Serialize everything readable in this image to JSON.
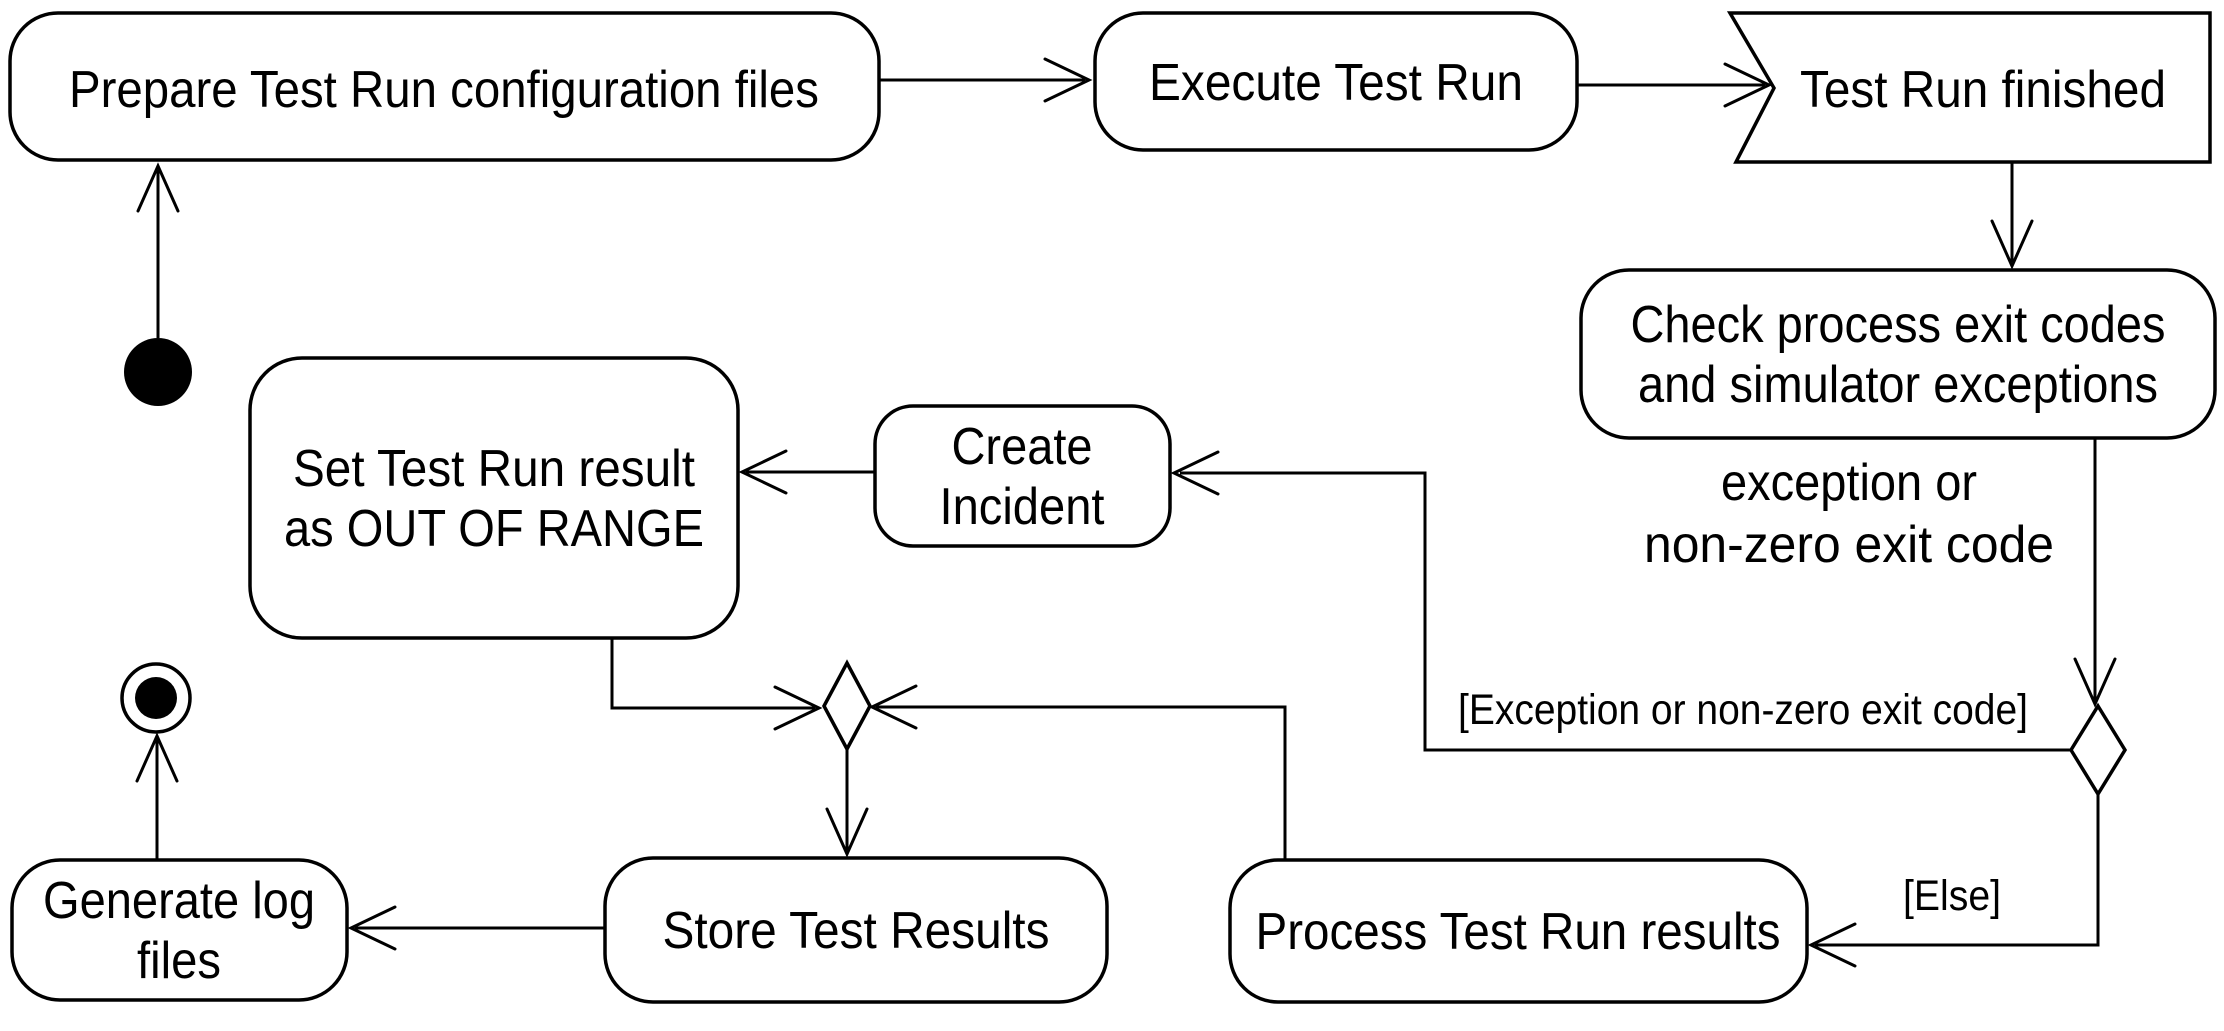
{
  "diagram": {
    "type": "uml-activity-diagram",
    "colors": {
      "background": "#ffffff",
      "stroke": "#000000",
      "text": "#000000"
    },
    "nodes": {
      "initial": {
        "kind": "initial-node"
      },
      "prepare": {
        "label": "Prepare Test Run configuration files",
        "tl": 750
      },
      "execute": {
        "label": "Execute Test Run",
        "tl": 374
      },
      "finished": {
        "kind": "accept-event",
        "label": "Test Run finished",
        "tl": 366
      },
      "check": {
        "line1": "Check process exit codes",
        "tl1": 535,
        "line2": "and simulator exceptions",
        "tl2": 520
      },
      "create_incident": {
        "line1": "Create",
        "tl1": 141,
        "line2": "Incident",
        "tl2": 165
      },
      "set_result": {
        "line1": "Set Test Run result",
        "tl1": 402,
        "line2": "as OUT OF RANGE",
        "tl2": 420
      },
      "process_results": {
        "label": "Process Test Run results",
        "tl": 525
      },
      "store_results": {
        "label": "Store Test Results",
        "tl": 387
      },
      "generate_log": {
        "line1": "Generate log",
        "tl1": 272,
        "line2": "files",
        "tl2": 84
      },
      "decision": {
        "kind": "decision-node"
      },
      "merge": {
        "kind": "merge-node"
      },
      "final": {
        "kind": "final-node"
      }
    },
    "annotations": {
      "exit_line1": "exception or",
      "exit_tl1": 256,
      "exit_line2": "non-zero exit code",
      "exit_tl2": 410,
      "guard_exception": "[Exception or non-zero exit code]",
      "guard_exception_tl": 570,
      "guard_else": "[Else]",
      "guard_else_tl": 98
    }
  }
}
